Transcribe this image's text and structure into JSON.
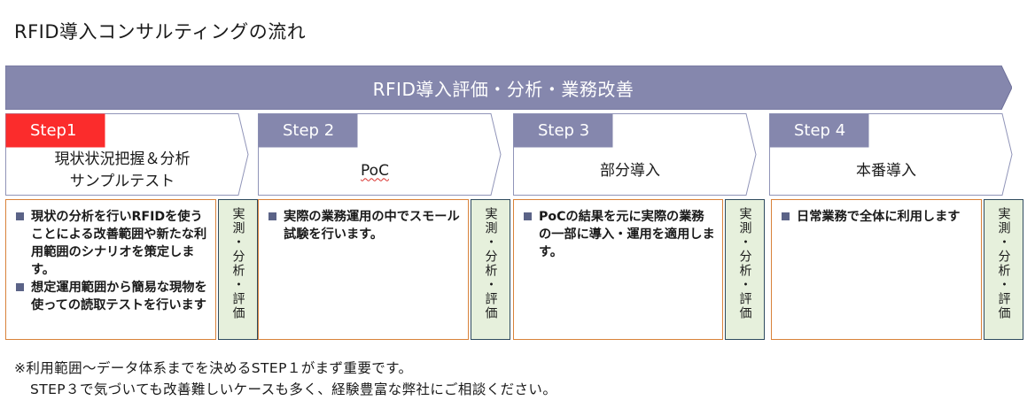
{
  "title": "RFID導入コンサルティングの流れ",
  "banner": {
    "label": "RFID導入評価・分析・業務改善"
  },
  "colors": {
    "banner_fill": "#8587ad",
    "step_tab": "#8587ad",
    "step1_tab": "#fb2c2c",
    "chevron_stroke": "#9094b8",
    "desc_border": "#d9823a",
    "eval_fill": "#e6f0dc",
    "eval_border": "#2f4b5f",
    "bullet": "#5b6387"
  },
  "steps": [
    {
      "label": "Step1",
      "title_lines": [
        "現状状況把握＆分析",
        "サンプルテスト"
      ],
      "bullets": [
        "現状の分析を行いRFIDを使うことによる改善範囲や新たな利用範囲のシナリオを策定します。",
        "想定運用範囲から簡易な現物を使っての読取テストを行います"
      ],
      "eval_label": "実測・分析・評価"
    },
    {
      "label": "Step 2",
      "title_lines": [
        "PoC"
      ],
      "bullets": [
        "実際の業務運用の中でスモール試験を行います。"
      ],
      "eval_label": "実測・分析・評価"
    },
    {
      "label": "Step 3",
      "title_lines": [
        "部分導入"
      ],
      "bullets": [
        "PoCの結果を元に実際の業務の一部に導入・運用を適用します。"
      ],
      "eval_label": "実測・分析・評価"
    },
    {
      "label": "Step 4",
      "title_lines": [
        "本番導入"
      ],
      "bullets": [
        "日常業務で全体に利用します"
      ],
      "eval_label": "実測・分析・評価"
    }
  ],
  "note_lines": [
    "※利用範囲～データ体系までを決めるSTEP１がまず重要です。",
    "STEP３で気づいても改善難しいケースも多く、経験豊富な弊社にご相談ください。"
  ]
}
